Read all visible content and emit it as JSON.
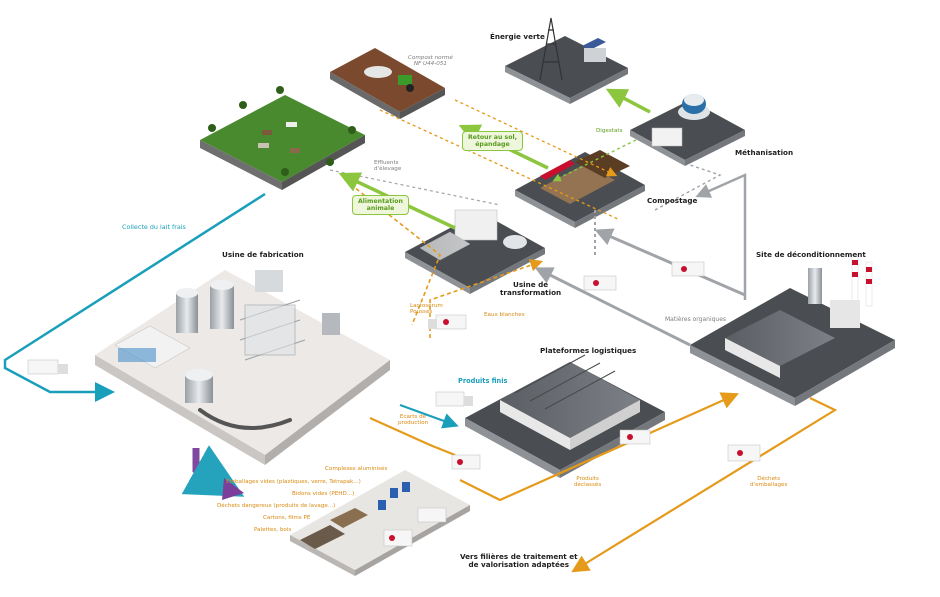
{
  "colors": {
    "teal": "#1a9fba",
    "orange": "#e59a1a",
    "green": "#8cc63f",
    "grey": "#a0a4a8",
    "purple": "#7b3f9b",
    "brand_red": "#c8102e"
  },
  "sites": {
    "usine_fabrication": "Usine de fabrication",
    "usine_transformation": "Usine de\ntransformation",
    "plateformes": "Plateformes logistiques",
    "site_deconditionnement": "Site de déconditionnement",
    "methanisation": "Méthanisation",
    "compostage": "Compostage",
    "energie_verte": "Énergie verte"
  },
  "labels": {
    "compost_norme": "Compost normé\nNF U44-051",
    "effluents": "Effluents\nd'élevage",
    "retour_sol": "Retour au sol,\népandage",
    "alimentation": "Alimentation\nanimale",
    "digestats": "Digestats",
    "collecte_lait": "Collecte du lait frais",
    "lactoserum": "Lactosérum\nPousses",
    "eaux_blanches": "Eaux blanches",
    "matieres_organiques": "Matières organiques",
    "produits_finis": "Produits finis",
    "ecarts_production": "Ecarts de\nproduction",
    "produits_declasses": "Produits\ndéclassés",
    "dechets_emballages": "Déchets\nd'emballages",
    "vers_filieres": "Vers filières de traitement et\nde valorisation adaptées"
  },
  "waste_list": [
    "Complexes aluminisés",
    "Emballages vides (plastiques, verre, Tetrapak...)",
    "Bidons vides (PEHD...)",
    "Déchets dangereux (produits de lavage...)",
    "Cartons, films PE",
    "Palettes, bois"
  ],
  "icons": [
    "farm-field-icon",
    "cow-icon",
    "tractor-icon",
    "oil-derrick-icon",
    "solar-panel-icon",
    "digester-dome-icon",
    "compost-shed-icon",
    "factory-tank-icon",
    "warehouse-icon",
    "chimney-icon",
    "truck-icon",
    "waste-pile-icon",
    "arrow-icon"
  ]
}
